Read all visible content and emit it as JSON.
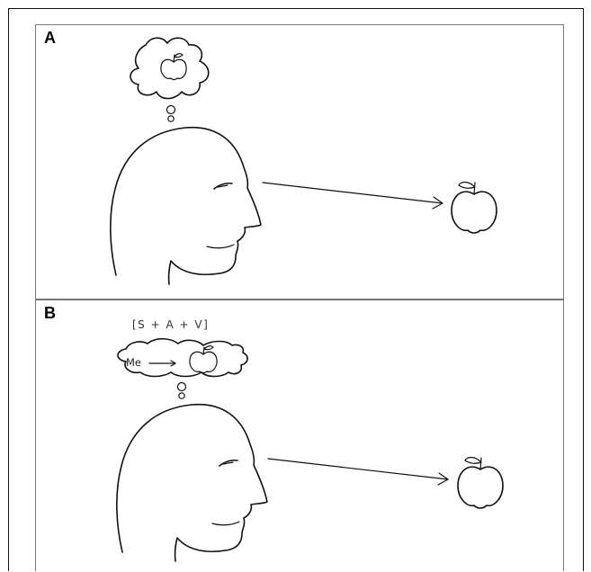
{
  "panels": {
    "a": {
      "letter": "A"
    },
    "b": {
      "letter": "B",
      "formula": "[S + A + V]",
      "self_label": "Me"
    }
  }
}
